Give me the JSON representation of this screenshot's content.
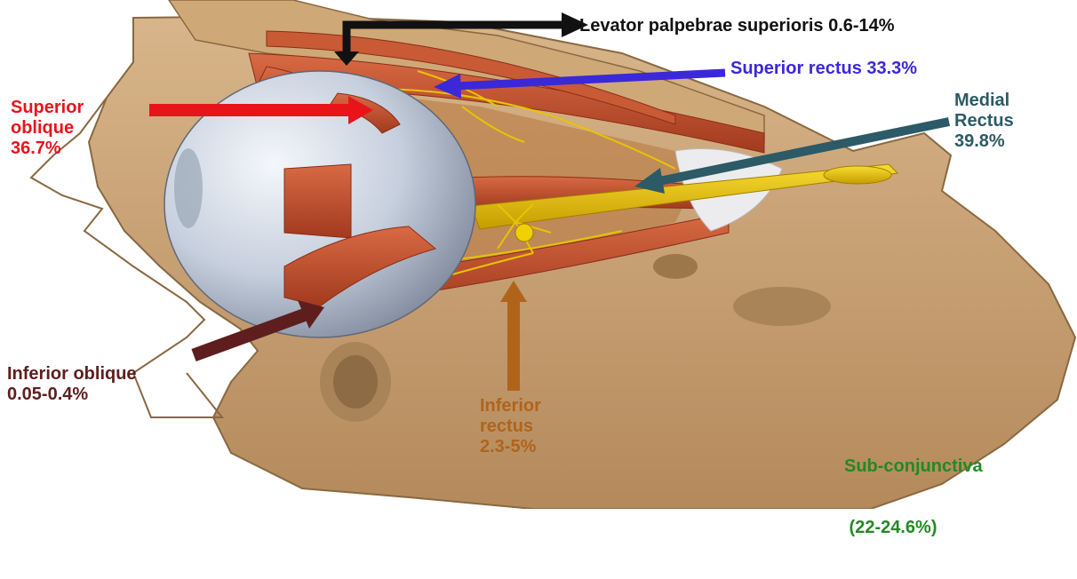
{
  "labels": {
    "levator": {
      "text": "Levator palpebrae superioris 0.6-14%",
      "color": "#111111"
    },
    "superior_rectus": {
      "text": "Superior rectus 33.3%",
      "color": "#3b28d8"
    },
    "superior_oblique": {
      "lines": [
        "Superior",
        "oblique",
        "36.7%"
      ],
      "color": "#e8141a"
    },
    "medial_rectus": {
      "lines": [
        "Medial",
        "Rectus",
        "39.8%"
      ],
      "color": "#2c5a66"
    },
    "inferior_oblique": {
      "lines": [
        "Inferior oblique",
        "0.05-0.4%"
      ],
      "color": "#5e1e1e"
    },
    "inferior_rectus": {
      "lines": [
        "Inferior",
        "rectus",
        "2.3-5%"
      ],
      "color": "#b0641b"
    },
    "sub_conjunctiva": {
      "lines": [
        "Sub-conjunctiva",
        " (22-24.6%)"
      ],
      "color": "#228a22"
    }
  },
  "illustration": {
    "subject": "lateral-view-orbit-extraocular-muscles",
    "colors": {
      "bone": "#c9a277",
      "bone_dark": "#8a6840",
      "muscle": "#c0502e",
      "nerve": "#e8c400",
      "eyeball": "#cfd8e6",
      "tendon": "#e8e8ea"
    }
  }
}
